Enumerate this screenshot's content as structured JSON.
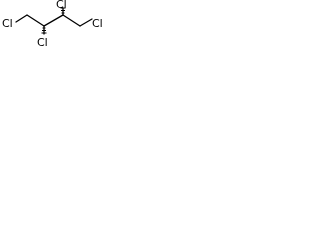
{
  "structure": {
    "atoms": [
      {
        "id": "cl1",
        "label": "Cl"
      },
      {
        "id": "cl2",
        "label": "Cl"
      },
      {
        "id": "cl3",
        "label": "Cl"
      },
      {
        "id": "cl4",
        "label": "Cl"
      }
    ],
    "colors": {
      "bond": "#000000",
      "text": "#000000",
      "background": "#ffffff"
    }
  }
}
